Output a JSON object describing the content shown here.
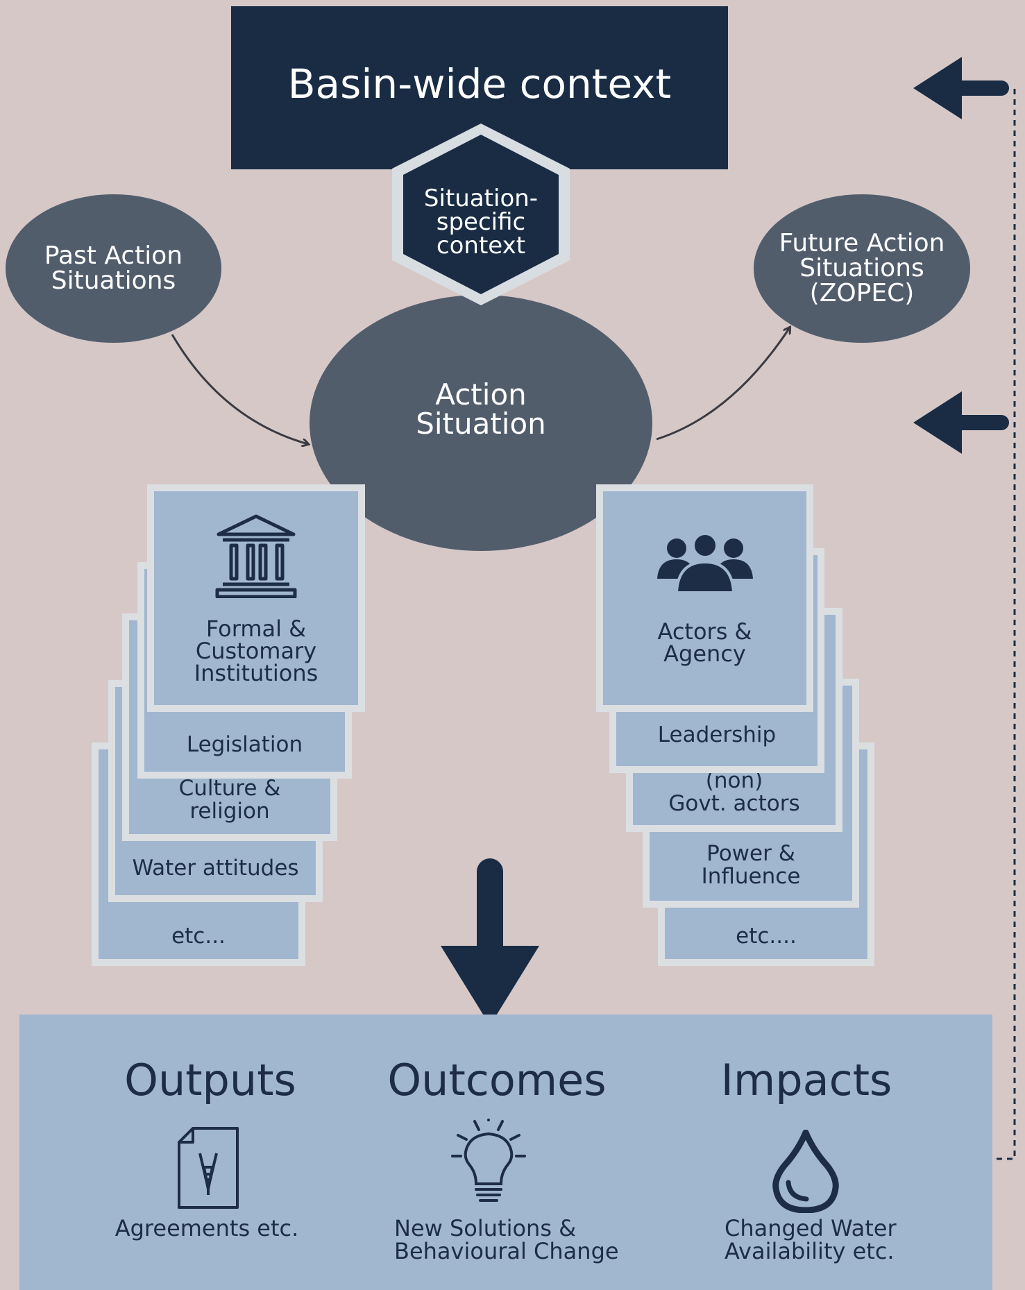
{
  "basin_title": "Basin-wide context",
  "situation_context": {
    "line1": "Situation-",
    "line2": "specific",
    "line3": "context"
  },
  "past": {
    "line1": "Past Action",
    "line2": "Situations"
  },
  "future": {
    "line1": "Future Action",
    "line2": "Situations",
    "line3": "(ZOPEC)"
  },
  "action": {
    "line1": "Action",
    "line2": "Situation"
  },
  "institutions": {
    "title_line1": "Formal &",
    "title_line2": "Customary",
    "title_line3": "Institutions",
    "items": [
      {
        "line1": "Legislation"
      },
      {
        "line1": "Culture &",
        "line2": "religion"
      },
      {
        "line1": "Water attitudes"
      },
      {
        "line1": "etc..."
      }
    ]
  },
  "actors": {
    "title_line1": "Actors &",
    "title_line2": "Agency",
    "items": [
      {
        "line1": "Leadership"
      },
      {
        "line1": "(non)",
        "line2": "Govt. actors"
      },
      {
        "line1": "Power &",
        "line2": "Influence"
      },
      {
        "line1": "etc...."
      }
    ]
  },
  "results": {
    "outputs": {
      "heading": "Outputs",
      "text_line1": "Agreements etc."
    },
    "outcomes": {
      "heading": "Outcomes",
      "text_line1": "New Solutions &",
      "text_line2": "Behavioural Change"
    },
    "impacts": {
      "heading": "Impacts",
      "text_line1": "Changed Water",
      "text_line2": "Availability etc."
    }
  },
  "colors": {
    "navy": "#192c44",
    "slate": "#525d6c",
    "card": "#a1b6cf",
    "card_border": "#dbdfe2",
    "background": "#d6c8c7"
  },
  "icons": [
    "institution-icon",
    "people-group-icon",
    "document-pen-icon",
    "lightbulb-icon",
    "water-drop-icon"
  ]
}
